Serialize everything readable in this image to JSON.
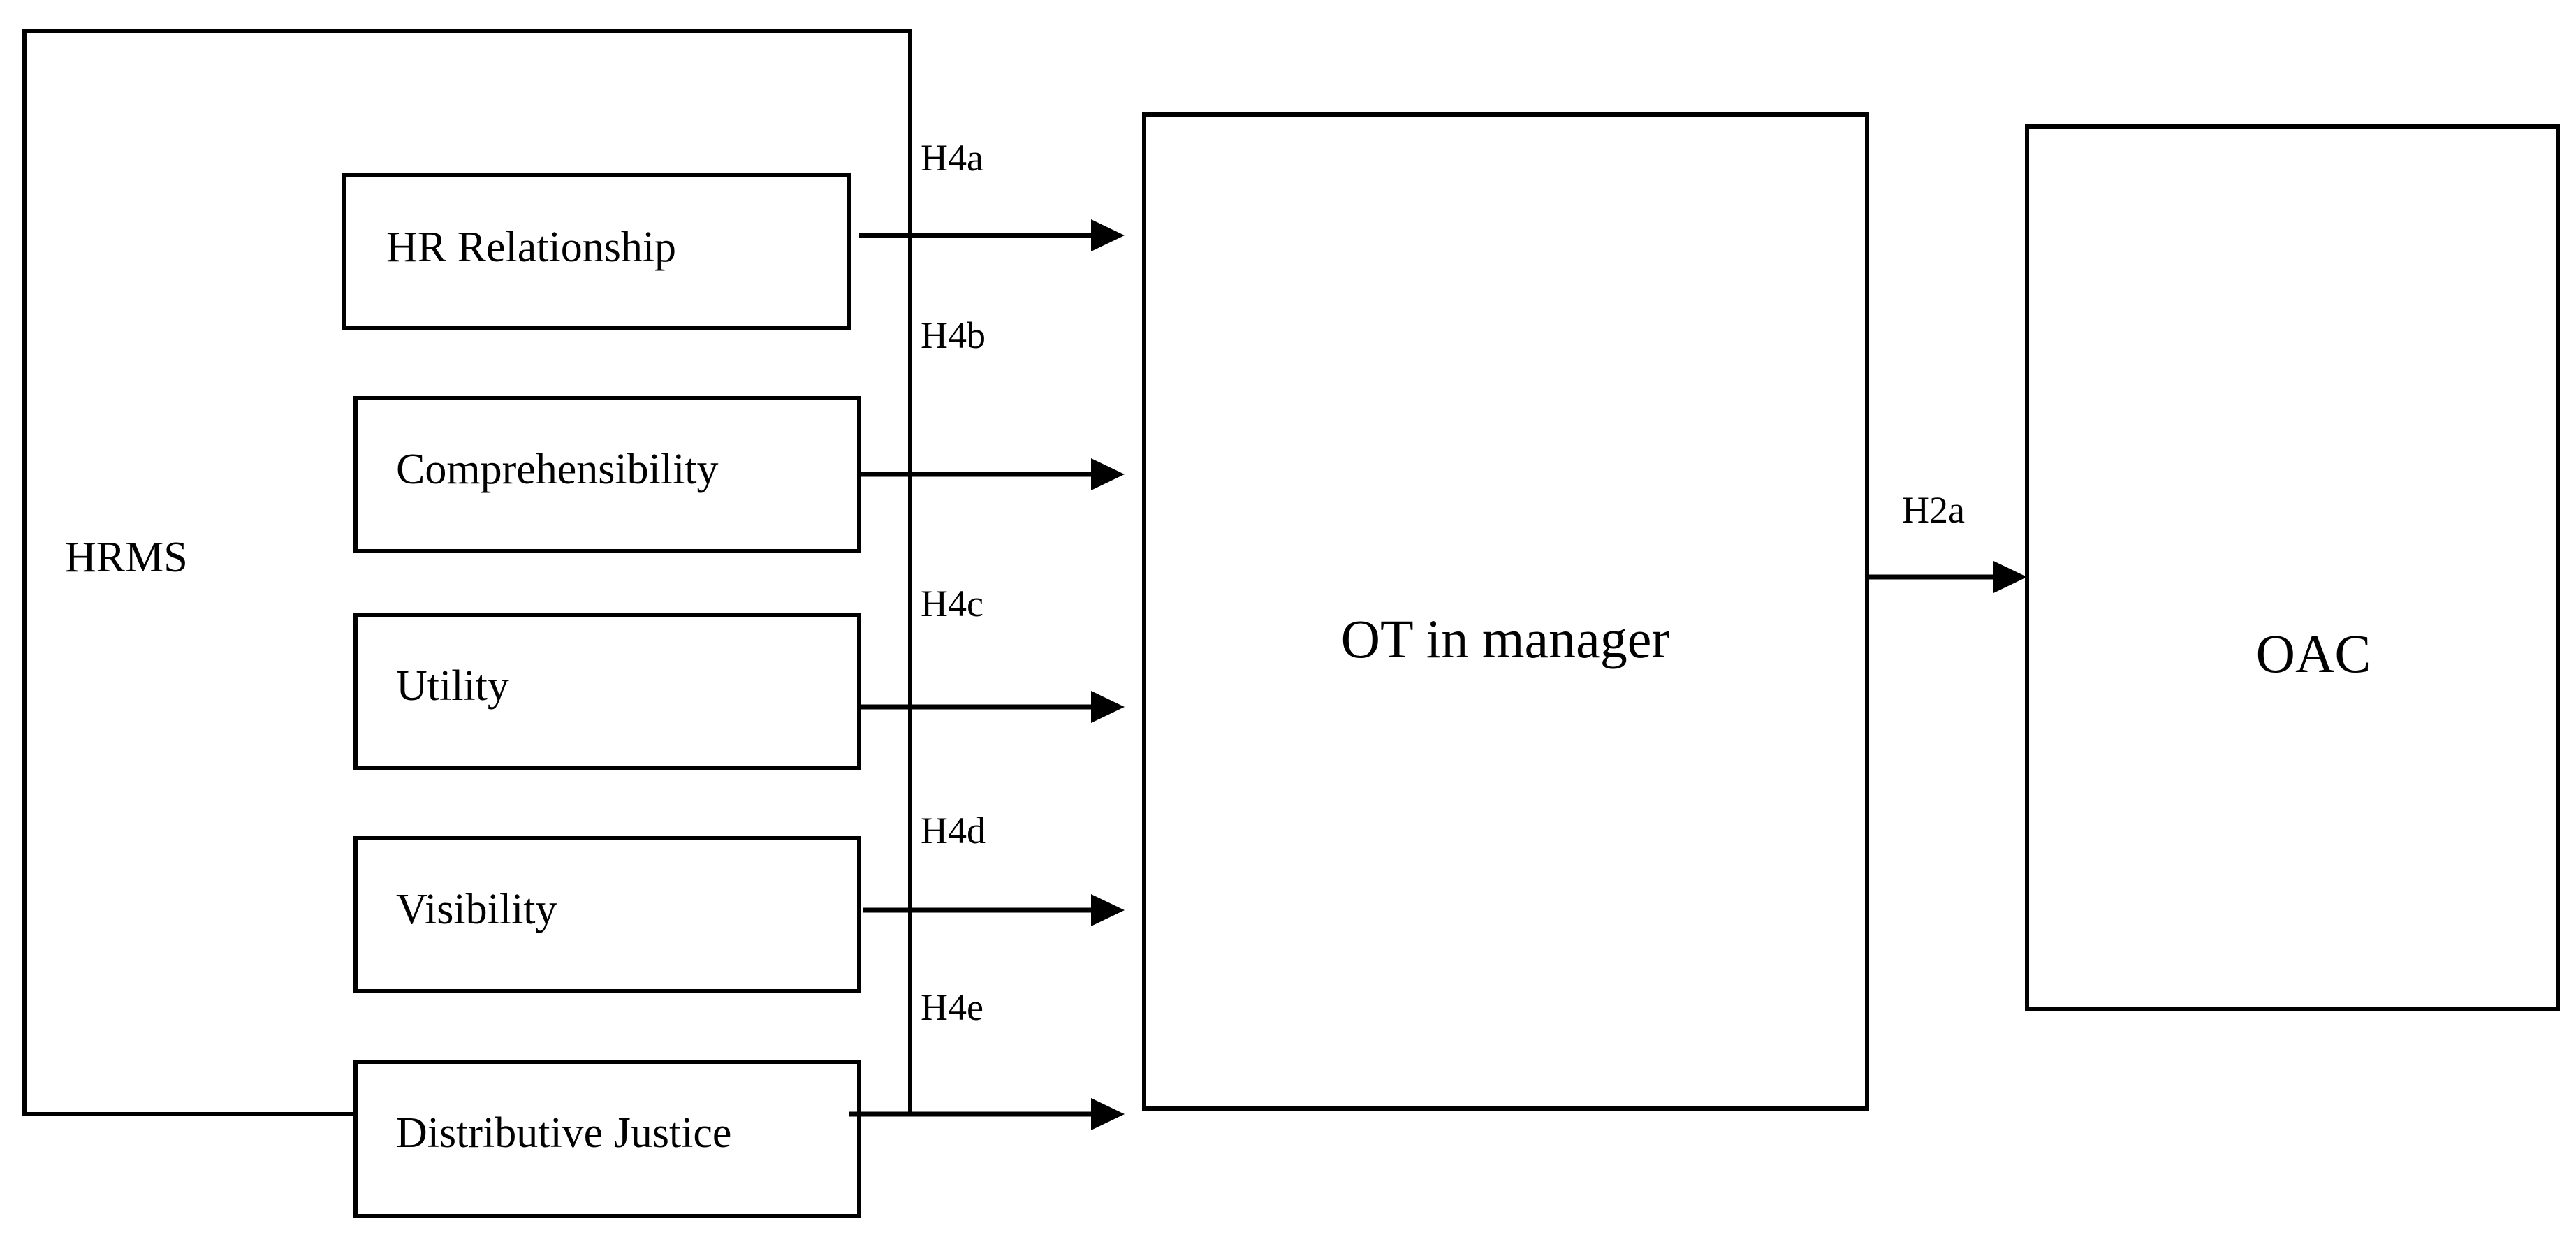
{
  "diagram": {
    "group_label": "HRMS",
    "factors": [
      {
        "label": "HR Relationship"
      },
      {
        "label": "Comprehensibility"
      },
      {
        "label": "Utility"
      },
      {
        "label": "Visibility"
      },
      {
        "label": "Distributive Justice"
      }
    ],
    "hypotheses": [
      {
        "label": "H4a"
      },
      {
        "label": "H4b"
      },
      {
        "label": "H4c"
      },
      {
        "label": "H4d"
      },
      {
        "label": "H4e"
      }
    ],
    "mediator": {
      "label": "OT in manager"
    },
    "outcome": {
      "label": "OAC"
    },
    "mediator_to_outcome": {
      "label": "H2a"
    },
    "colors": {
      "stroke": "#000000",
      "background": "#ffffff"
    }
  }
}
